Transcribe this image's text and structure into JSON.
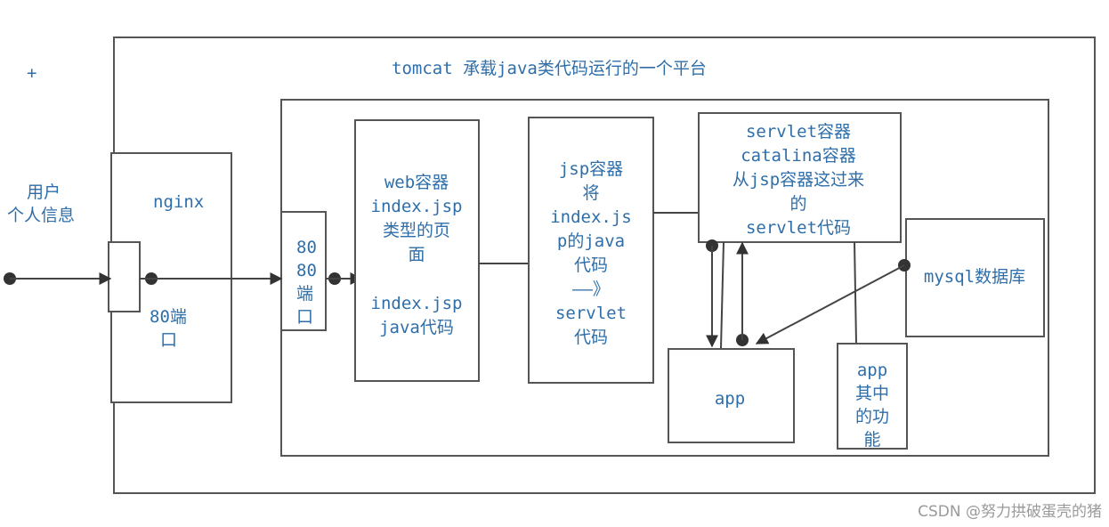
{
  "tomcat": {
    "title": "tomcat  承载java类代码运行的一个平台"
  },
  "plus_mark": "+",
  "user": {
    "line1": "用户",
    "line2": "个人信息"
  },
  "nginx": {
    "label": "nginx",
    "port_line1": "80端",
    "port_line2": "口"
  },
  "port8080": {
    "line1": "80",
    "line2": "80",
    "line3": "端",
    "line4": "口"
  },
  "web_container": {
    "line1": "web容器",
    "line2": "index.jsp",
    "line3": "类型的页",
    "line4": "面",
    "line5": "index.jsp",
    "line6": "java代码"
  },
  "jsp_container": {
    "line1": "jsp容器",
    "line2": "将",
    "line3": "index.js",
    "line4": "p的java",
    "line5": "代码",
    "line6": "——》",
    "line7": "servlet",
    "line8": "代码"
  },
  "servlet_container": {
    "line1": "servlet容器",
    "line2": "catalina容器",
    "line3": "从jsp容器这过来",
    "line4": "的",
    "line5": "servlet代码"
  },
  "mysql": {
    "label": "mysql数据库"
  },
  "app": {
    "label": "app"
  },
  "app_func": {
    "line1": "app",
    "line2": "其中",
    "line3": "的功",
    "line4": "能"
  },
  "watermark": "CSDN @努力拱破蛋壳的猪"
}
